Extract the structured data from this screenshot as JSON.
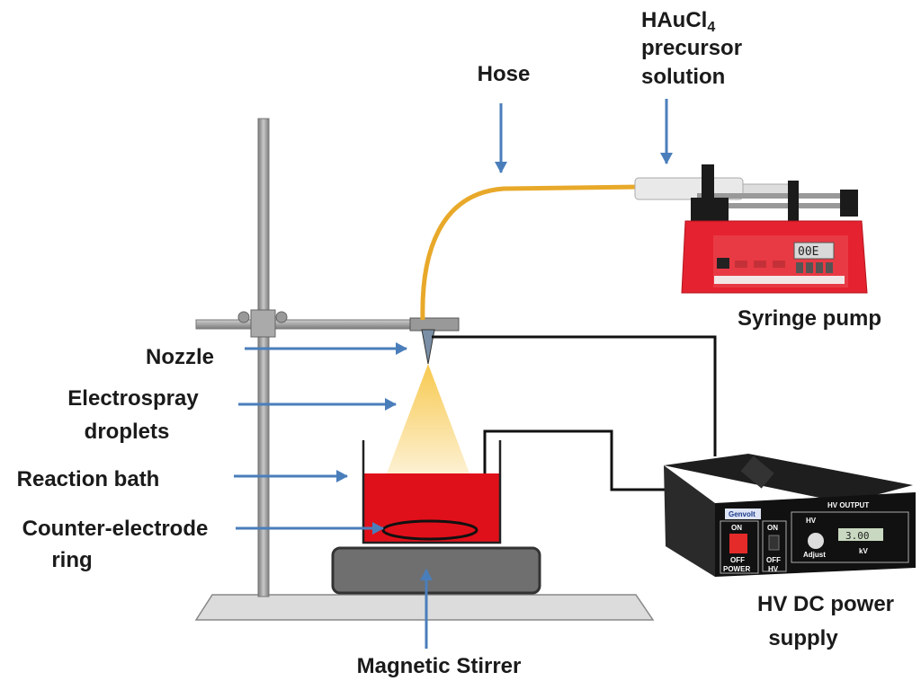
{
  "labels": {
    "hose": "Hose",
    "precursor_line1": "HAuCl",
    "precursor_sub": "4",
    "precursor_line2": "precursor",
    "precursor_line3": "solution",
    "syringe_pump": "Syringe pump",
    "nozzle": "Nozzle",
    "electrospray_line1": "Electrospray",
    "electrospray_line2": "droplets",
    "reaction_bath": "Reaction bath",
    "counter_line1": "Counter-electrode",
    "counter_line2": "ring",
    "magnetic_stirrer": "Magnetic Stirrer",
    "power_line1": "HV DC power",
    "power_line2": "supply"
  },
  "power_supply_panel": {
    "brand": "Genvolt",
    "hv_output": "HV OUTPUT",
    "on": "ON",
    "off": "OFF",
    "power": "POWER",
    "hv": "HV",
    "adjust": "Adjust",
    "kv": "kV",
    "display": "3.00"
  },
  "syringe_pump_display": "00E",
  "colors": {
    "arrow": "#4a7ebb",
    "liquid": "#e0101a",
    "pump_body": "#e52230",
    "hose": "#e8a92a",
    "stand": "#9a9a9a"
  }
}
